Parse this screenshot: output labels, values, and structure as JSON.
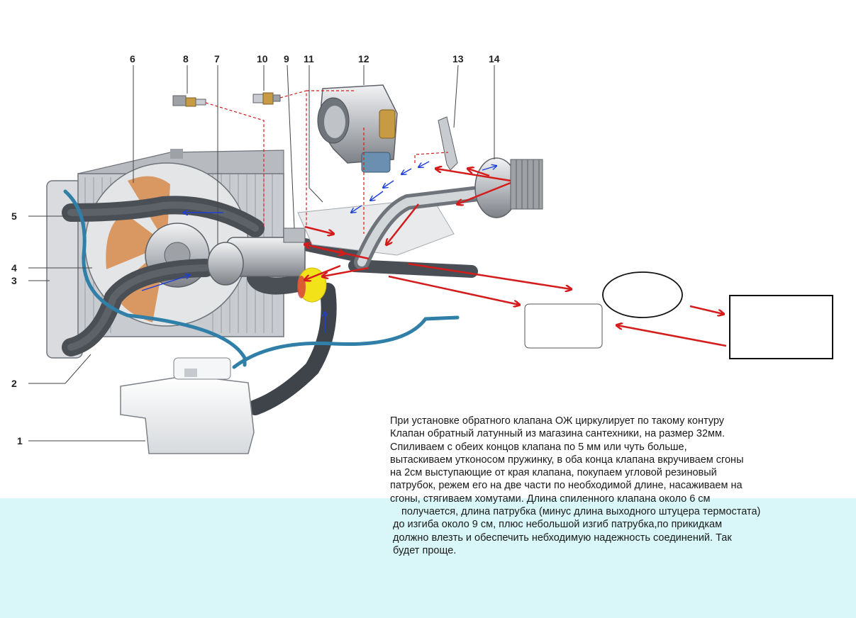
{
  "callouts": [
    "1",
    "2",
    "3",
    "4",
    "5",
    "6",
    "7",
    "8",
    "9",
    "10",
    "11",
    "12",
    "13",
    "14"
  ],
  "note": {
    "lines": [
      "При установке обратного клапана ОЖ циркулирует по такому контуру",
      "Клапан обратный латунный из магазина сантехники, на размер 32мм.",
      "Спиливаем с обеих концов клапана по 5 мм или чуть больше,",
      "вытаскиваем утконосом пружинку, в оба конца клапана вкручиваем сгоны",
      "на 2см выступающие от края клапана, покупаем угловой резиновый",
      "патрубок, режем его на две части по необходимой длине, насаживаем на",
      "сгоны, стягиваем хомутами. Длина спиленного клапана около 6 см",
      "получается, длина патрубка (минус длина выходного штуцера термостата)",
      "до изгиба около 9 см, плюс небольшой изгиб патрубка,по прикидкам",
      "должно влезть и обеспечить небходимую надежность соединений. Так",
      "будет проще."
    ]
  },
  "colors": {
    "hose": "#4a4f55",
    "thin_hose": "#2f7fa8",
    "flow_arrow": "#d41c1c",
    "blue_arrow": "#1d3fd6",
    "valve_highlight": "#f2e21a",
    "bottom_band": "#d9f7f9"
  }
}
